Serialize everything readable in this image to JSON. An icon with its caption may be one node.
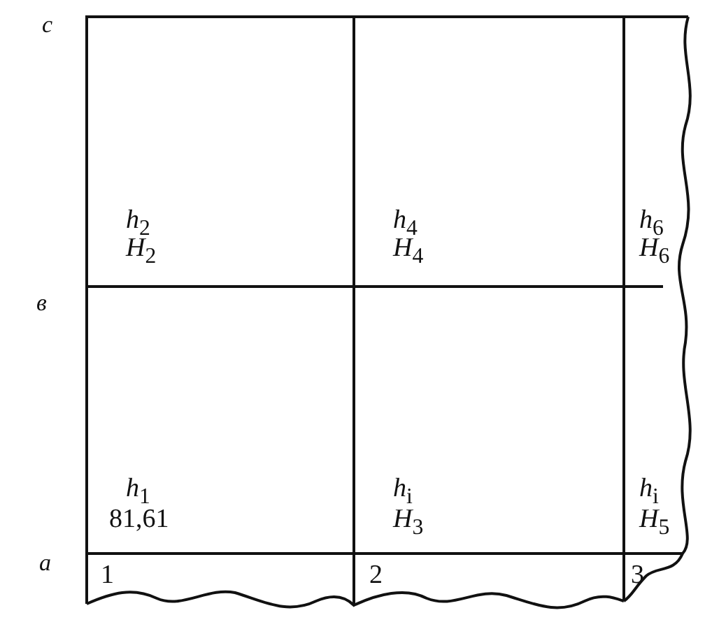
{
  "diagram": {
    "labels": [
      "c",
      "*h*$_{2}$",
      "*h*$_{4}$",
      "*h*$_{6}$",
      "*H*$_{2}$",
      "*H*$_{4}$",
      "*H*$_{6}$",
      "в",
      "*h*$_{1}$",
      "*h*$_{i}$",
      "*h*$_{i}$",
      "81,61",
      "*H*$_{3}$",
      "*H*$_{5}$",
      "a",
      "1",
      "2",
      "3"
    ]
  }
}
